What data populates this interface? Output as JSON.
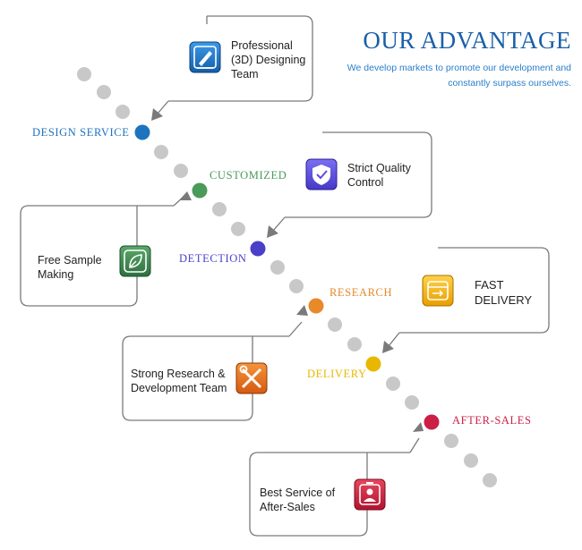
{
  "header": {
    "title": "OUR ADVANTAGE",
    "subtitle": "We develop markets to promote our development and constantly surpass ourselves."
  },
  "stages": [
    {
      "label": "DESIGN SERVICE",
      "color": "#1e73be"
    },
    {
      "label": "CUSTOMIZED",
      "color": "#4a9a5a"
    },
    {
      "label": "DETECTION",
      "color": "#4a3fc8"
    },
    {
      "label": "RESEARCH",
      "color": "#e8892a"
    },
    {
      "label": "DELIVERY",
      "color": "#e8b800"
    },
    {
      "label": "AFTER-SALES",
      "color": "#cc1f46"
    }
  ],
  "advantages": [
    {
      "text": "Professional\n(3D) Designing\nTeam",
      "icon": "pencil-icon",
      "color": "#1e73be"
    },
    {
      "text": "Free Sample\nMaking",
      "icon": "leaf-icon",
      "color": "#3f8a4e"
    },
    {
      "text": "Strict Quality\nControl",
      "icon": "shield-check-icon",
      "color": "#5b4fd8"
    },
    {
      "text": "FAST\nDELIVERY",
      "icon": "box-arrow-icon",
      "color": "#f0b000"
    },
    {
      "text": "Strong Research &\nDevelopment Team",
      "icon": "tools-icon",
      "color": "#e8721a"
    },
    {
      "text": "Best Service of\nAfter-Sales",
      "icon": "id-badge-icon",
      "color": "#c8203e"
    }
  ]
}
